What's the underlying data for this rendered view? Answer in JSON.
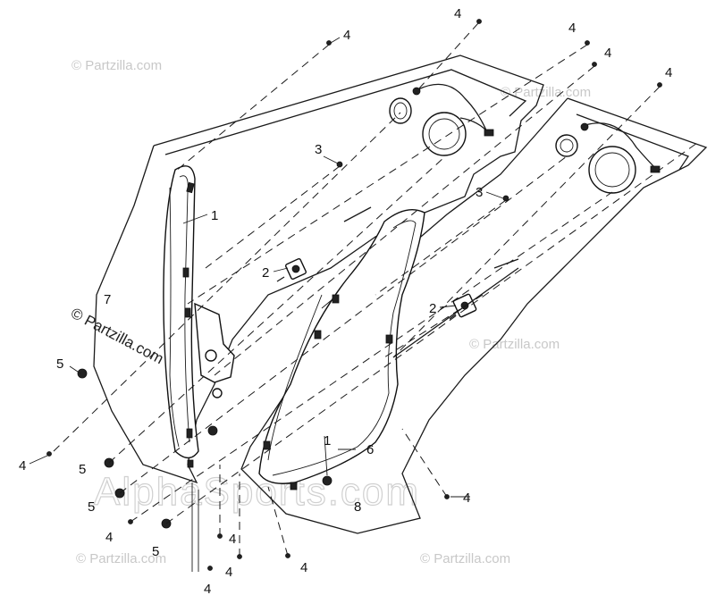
{
  "watermarks": {
    "partzilla": "© Partzilla.com",
    "partzilla_main": "© Partzilla.com",
    "alpha": "AlphaSports.com"
  },
  "callouts": {
    "c1a": "1",
    "c1b": "1",
    "c2a": "2",
    "c2b": "2",
    "c3a": "3",
    "c3b": "3",
    "c4_1": "4",
    "c4_2": "4",
    "c4_3": "4",
    "c4_4": "4",
    "c4_5": "4",
    "c4_6": "4",
    "c4_7": "4",
    "c4_8": "4",
    "c4_9": "4",
    "c4_10": "4",
    "c4_11": "4",
    "c4_12": "4",
    "c5a": "5",
    "c5b": "5",
    "c5c": "5",
    "c5d": "5",
    "c6": "6",
    "c7": "7",
    "c8": "8"
  }
}
